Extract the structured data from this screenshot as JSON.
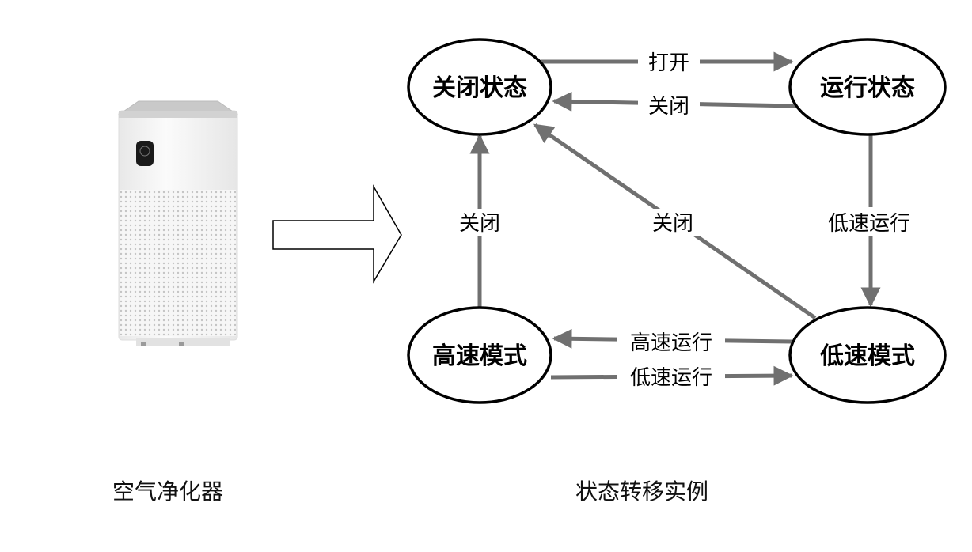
{
  "captions": {
    "left": "空气净化器",
    "right": "状态转移实例"
  },
  "states": {
    "off": "关闭状态",
    "running": "运行状态",
    "high": "高速模式",
    "low": "低速模式"
  },
  "transitions": {
    "off_to_running": "打开",
    "running_to_off": "关闭",
    "running_to_low": "低速运行",
    "low_to_off": "关闭",
    "high_to_off": "关闭",
    "low_to_high": "高速运行",
    "high_to_low": "低速运行"
  },
  "colors": {
    "arrow": "#707070",
    "ellipse_stroke": "#000000",
    "hollow_arrow_stroke": "#000000",
    "purifier_body": "#f4f4f4",
    "purifier_top": "#c9c9c9"
  }
}
